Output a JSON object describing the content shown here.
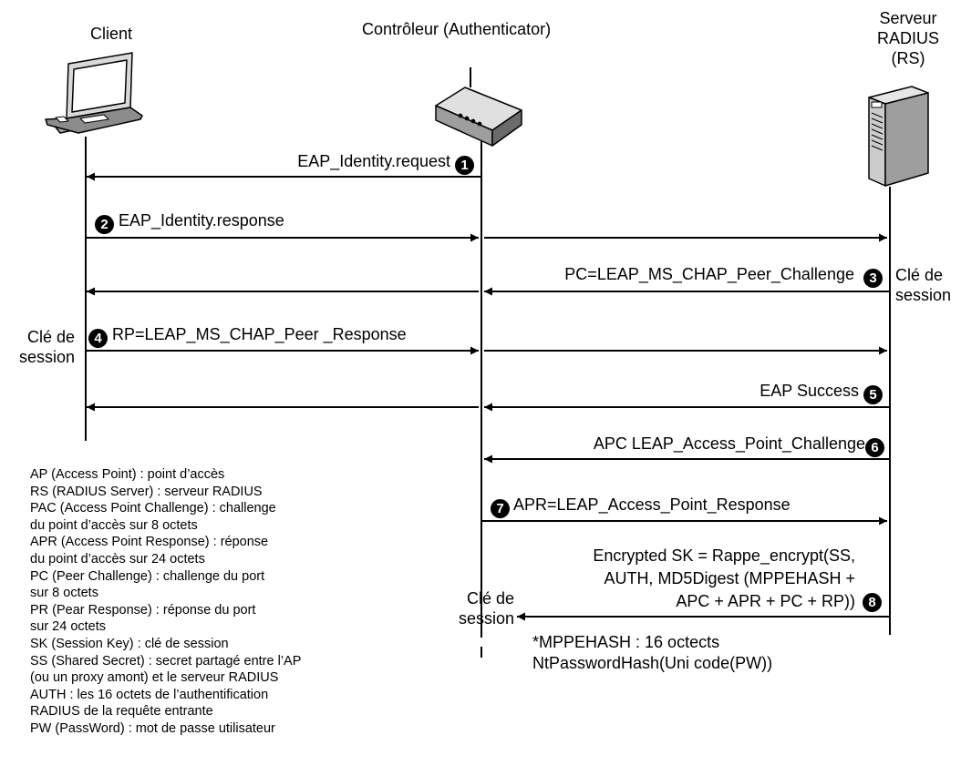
{
  "actors": {
    "client": "Client",
    "controller": "Contrôleur (Authenticator)",
    "server": [
      "Serveur",
      "RADIUS",
      "(RS)"
    ]
  },
  "messages": [
    {
      "step": "1",
      "label": "EAP_Identity.request",
      "direction": "controller-to-client"
    },
    {
      "step": "2",
      "label": "EAP_Identity.response",
      "direction": "client-to-server"
    },
    {
      "step": "3",
      "label": "PC=LEAP_MS_CHAP_Peer_Challenge",
      "direction": "server-to-client"
    },
    {
      "step": "4",
      "label": "RP=LEAP_MS_CHAP_Peer _Response",
      "direction": "client-to-server"
    },
    {
      "step": "5",
      "label": "EAP Success",
      "direction": "server-to-client"
    },
    {
      "step": "6",
      "label": "APC LEAP_Access_Point_Challenge",
      "direction": "server-to-controller"
    },
    {
      "step": "7",
      "label": "APR=LEAP_Access_Point_Response",
      "direction": "controller-to-server"
    },
    {
      "step": "8",
      "label": [
        "Encrypted SK = Rappe_encrypt(SS,",
        "AUTH, MD5Digest (MPPEHASH +",
        "APC + APR + PC + RP))"
      ],
      "direction": "server-to-controller"
    }
  ],
  "session_key_label": [
    "Clé de",
    "session"
  ],
  "footnote": [
    "*MPPEHASH : 16 octects",
    "NtPasswordHash(Uni code(PW))"
  ],
  "legend": [
    "AP (Access Point) : point d’accès",
    "RS (RADIUS Server) : serveur RADIUS",
    "PAC (Access Point Challenge) : challenge",
    "du point d’accès sur 8 octets",
    "APR (Access Point Response) : réponse",
    "du point d’accès sur 24 octets",
    "PC (Peer Challenge) : challenge du port",
    "sur 8 octets",
    "PR (Pear Response) : réponse du port",
    "sur 24 octets",
    "SK (Session Key) : clé de session",
    "SS (Shared Secret) : secret partagé entre l’AP",
    "(ou un proxy amont) et le serveur RADIUS",
    "AUTH : les 16 octets de l’authentification",
    "RADIUS de la requête entrante",
    "PW (PassWord) : mot de passe utilisateur"
  ]
}
